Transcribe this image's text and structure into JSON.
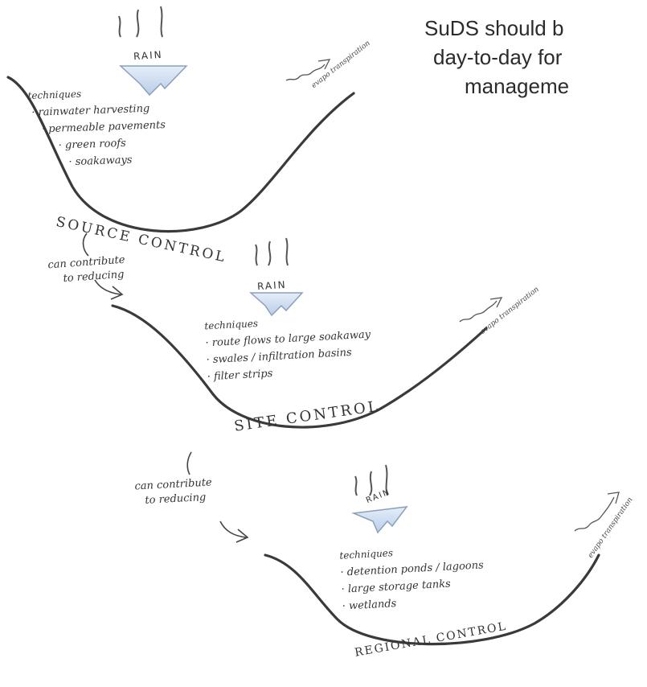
{
  "heading": {
    "line1": "SuDS should b",
    "line2": "day-to-day for",
    "line3": "manageme"
  },
  "stages": [
    {
      "rain_label": "RAIN",
      "techniques_title": "techniques",
      "techniques": [
        "· rainwater harvesting",
        "· permeable pavements",
        "· green roofs",
        "· soakaways"
      ],
      "control_label": "SOURCE CONTROL",
      "evapo_label": "evapo transpiration"
    },
    {
      "rain_label": "RAIN",
      "techniques_title": "techniques",
      "techniques": [
        "· route flows to large soakaway",
        "· swales / infiltration basins",
        "· filter strips"
      ],
      "control_label": "SITE CONTROL",
      "evapo_label": "evapo transpiration"
    },
    {
      "rain_label": "RAIN",
      "techniques_title": "techniques",
      "techniques": [
        "· detention ponds / lagoons",
        "· large storage tanks",
        "· wetlands"
      ],
      "control_label": "REGIONAL CONTROL",
      "evapo_label": "evapo transpiration"
    }
  ],
  "contribute_labels": [
    {
      "line1": "can contribute",
      "line2": "to reducing"
    },
    {
      "line1": "can contribute",
      "line2": "to reducing"
    }
  ],
  "colors": {
    "ink": "#333333",
    "rain_arrow_fill": "#c9daf0",
    "rain_arrow_stroke": "#8aa0bb"
  }
}
